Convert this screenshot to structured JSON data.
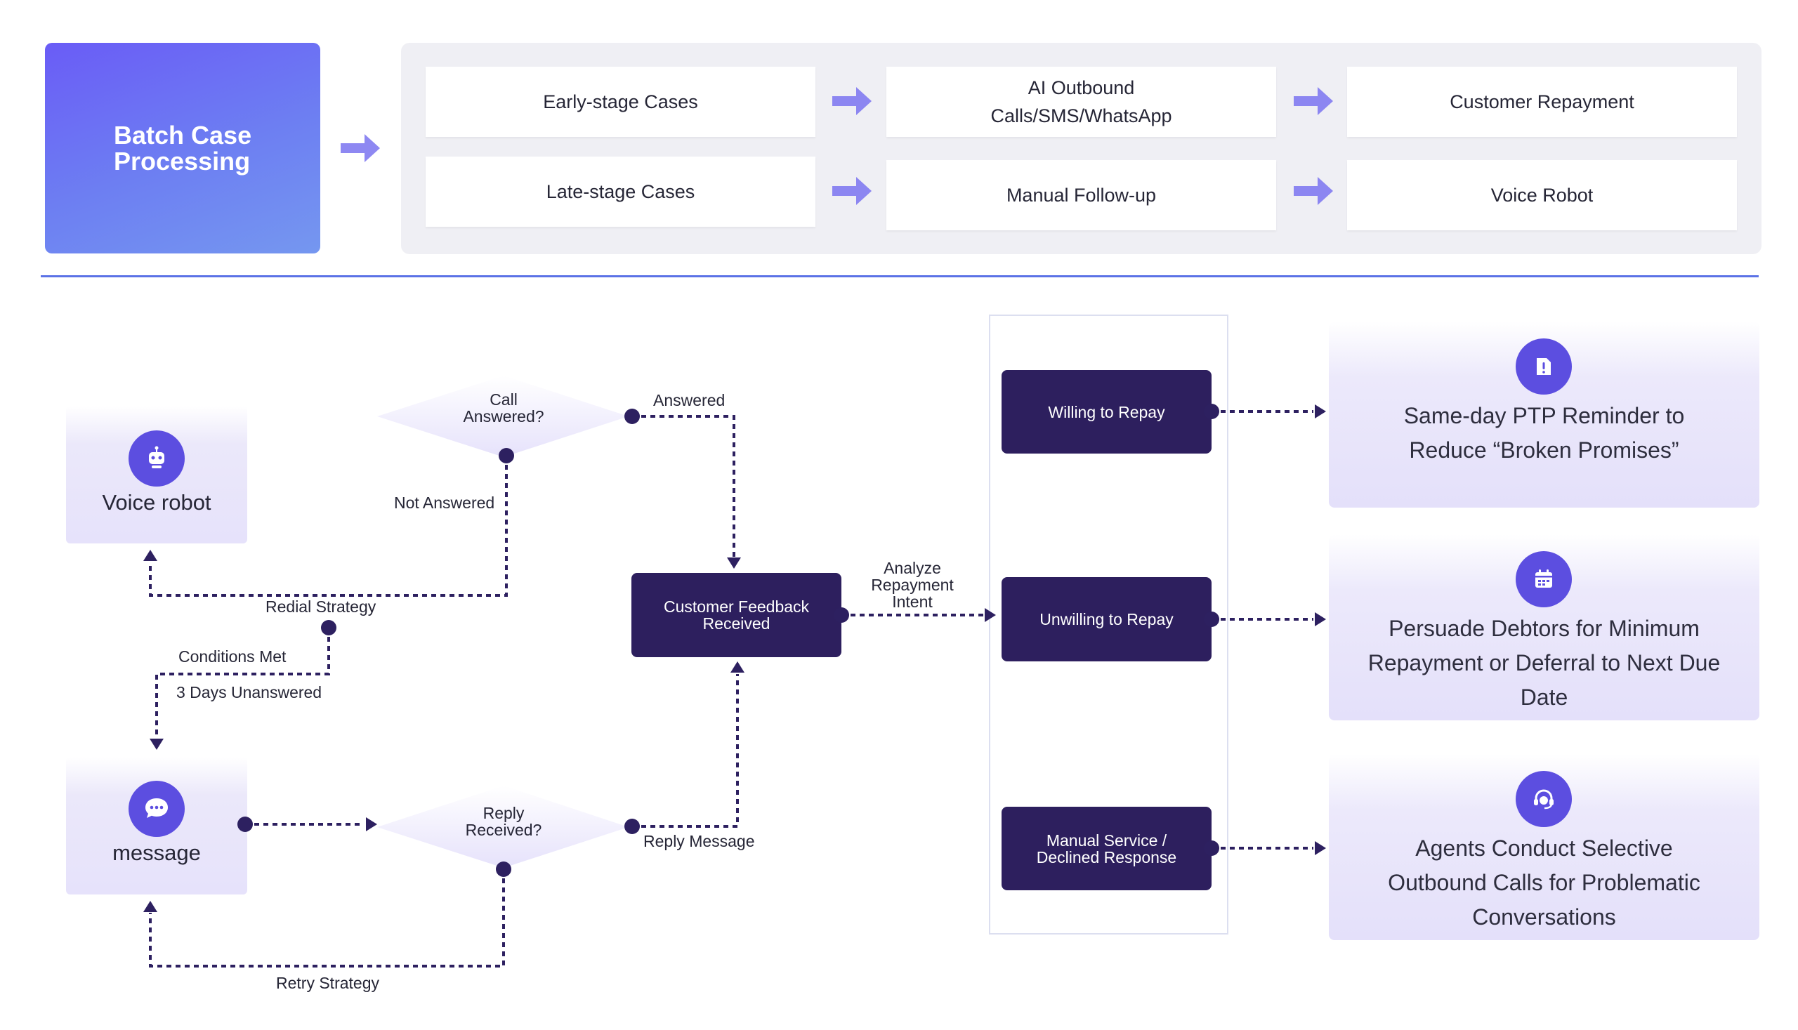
{
  "top": {
    "batch_title": "Batch Case Processing",
    "cards": {
      "early": "Early-stage Cases",
      "ai": "AI Outbound Calls/SMS/WhatsApp",
      "repayment": "Customer Repayment",
      "late": "Late-stage Cases",
      "manual": "Manual Follow-up",
      "voice": "Voice Robot"
    }
  },
  "flow": {
    "voice_robot": "Voice robot",
    "message": "message",
    "call_q": "Call Answered?",
    "reply_q": "Reply Received?",
    "answered": "Answered",
    "not_answered": "Not Answered",
    "redial": "Redial Strategy",
    "conditions_met": "Conditions Met",
    "three_days": "3 Days Unanswered",
    "reply_message": "Reply Message",
    "retry": "Retry Strategy",
    "feedback": "Customer Feedback Received",
    "analyze": "Analyze Repayment Intent",
    "willing": "Willing to Repay",
    "unwilling": "Unwilling to Repay",
    "manual_service": "Manual Service / Declined Response",
    "outcome1": "Same-day PTP Reminder to Reduce “Broken Promises”",
    "outcome2": "Persuade Debtors for Minimum Repayment or Deferral to Next Due Date",
    "outcome3": "Agents Conduct Selective Outbound Calls for Problematic Conversations"
  },
  "colors": {
    "accent": "#5c4ee0",
    "dark_box": "#2d1f5e",
    "connector": "#2d2060",
    "arrow": "#7a73f0",
    "divider": "#5b72e6"
  },
  "icons": [
    "robot-icon",
    "chat-bubble-icon",
    "alert-icon",
    "calendar-icon",
    "headset-icon",
    "arrow-right-icon"
  ]
}
